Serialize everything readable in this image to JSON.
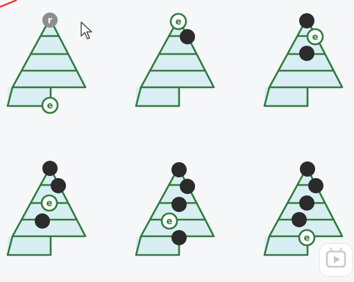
{
  "colors": {
    "tree_stroke": "#2f7b3b",
    "tree_fill": "#d9eef3",
    "dark_bead": "#2b2b2b",
    "top_bead": "#8e8e8e",
    "background": "#f5f7f8",
    "play_icon": "#c9c9c9",
    "corner_mark": "#e53935"
  },
  "labels": {
    "e": "e",
    "r": "r"
  },
  "trees": [
    {
      "beads": [
        {
          "kind": "top",
          "text_ref": "r"
        },
        {
          "kind": "e",
          "text_ref": "e"
        }
      ]
    },
    {
      "beads": [
        {
          "kind": "e",
          "text_ref": "e"
        },
        {
          "kind": "dark"
        }
      ]
    },
    {
      "beads": [
        {
          "kind": "dark"
        },
        {
          "kind": "e",
          "text_ref": "e"
        },
        {
          "kind": "dark"
        }
      ]
    },
    {
      "beads": [
        {
          "kind": "dark"
        },
        {
          "kind": "dark"
        },
        {
          "kind": "e",
          "text_ref": "e"
        },
        {
          "kind": "dark"
        }
      ]
    },
    {
      "beads": [
        {
          "kind": "dark"
        },
        {
          "kind": "dark"
        },
        {
          "kind": "dark"
        },
        {
          "kind": "e",
          "text_ref": "e"
        },
        {
          "kind": "dark"
        }
      ]
    },
    {
      "beads": [
        {
          "kind": "dark"
        },
        {
          "kind": "dark"
        },
        {
          "kind": "dark"
        },
        {
          "kind": "dark"
        },
        {
          "kind": "e",
          "text_ref": "e"
        }
      ]
    }
  ],
  "icons": {
    "cursor": "mouse-pointer-icon",
    "play": "play-icon",
    "corner": "red-arc-mark-icon"
  }
}
